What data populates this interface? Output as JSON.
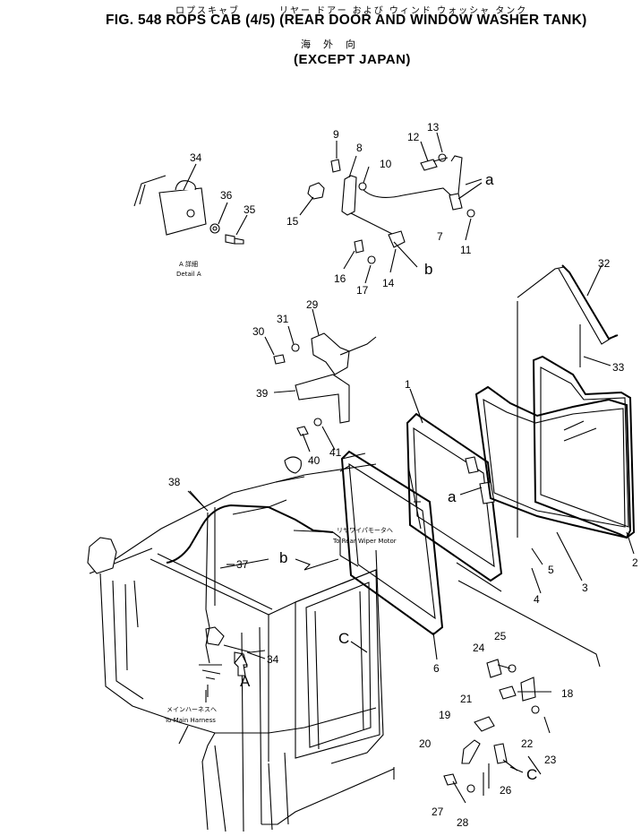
{
  "header": {
    "jp_left": "ロプスキャブ",
    "jp_right": "リヤー ドアー および ウィンド ウォッシャ タンク",
    "title": "FIG. 548  ROPS CAB (4/5) (REAR DOOR AND WINDOW WASHER TANK)",
    "sub_jp": "海外向",
    "sub_en": "(EXCEPT JAPAN)"
  },
  "detail": {
    "jp": "A 詳細",
    "en": "Detail A"
  },
  "notes": {
    "rear_wiper_jp": "リヤワイパモータへ",
    "rear_wiper_en": "To Rear Wiper Motor",
    "main_harness_jp": "メインハーネスへ",
    "main_harness_en": "To Main Harness"
  },
  "ref_letters": {
    "a1": "a",
    "a2": "a",
    "b1": "b",
    "b2": "b",
    "c1": "C",
    "c2": "C",
    "A": "A"
  },
  "parts": [
    "1",
    "2",
    "3",
    "4",
    "5",
    "6",
    "7",
    "8",
    "9",
    "10",
    "11",
    "12",
    "13",
    "14",
    "15",
    "16",
    "17",
    "18",
    "19",
    "20",
    "21",
    "22",
    "23",
    "24",
    "25",
    "26",
    "27",
    "28",
    "29",
    "30",
    "31",
    "32",
    "33",
    "34",
    "35",
    "36",
    "37",
    "38",
    "39",
    "40",
    "41"
  ]
}
